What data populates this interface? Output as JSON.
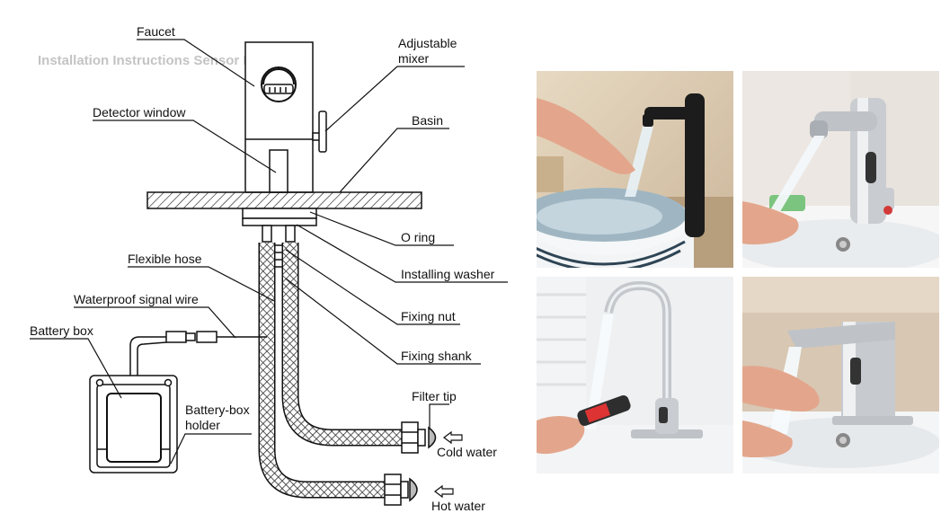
{
  "title": "Installation Instructions Sensor Faucet",
  "labels": {
    "faucet": "Faucet",
    "mixer_line1": "Adjustable",
    "mixer_line2": "mixer",
    "detector": "Detector window",
    "basin": "Basin",
    "oring": "O ring",
    "washer": "Installing washer",
    "hose": "Flexible hose",
    "wire": "Waterproof signal wire",
    "nut": "Fixing nut",
    "battery_box": "Battery box",
    "shank": "Fixing shank",
    "filter": "Filter tip",
    "holder_line1": "Battery-box",
    "holder_line2": "holder",
    "cold": "Cold water",
    "hot": "Hot water"
  },
  "colors": {
    "line": "#111111",
    "title": "#c4c4c4",
    "chrome": "#c9ccd0",
    "black_faucet": "#1c1c1c",
    "water": "#dfeaf2",
    "skin": "#e3a68c"
  },
  "photos": [
    {
      "name": "black-faucet-photo"
    },
    {
      "name": "chrome-faucet-photo"
    },
    {
      "name": "gooseneck-faucet-photo"
    },
    {
      "name": "waterfall-faucet-photo"
    }
  ]
}
